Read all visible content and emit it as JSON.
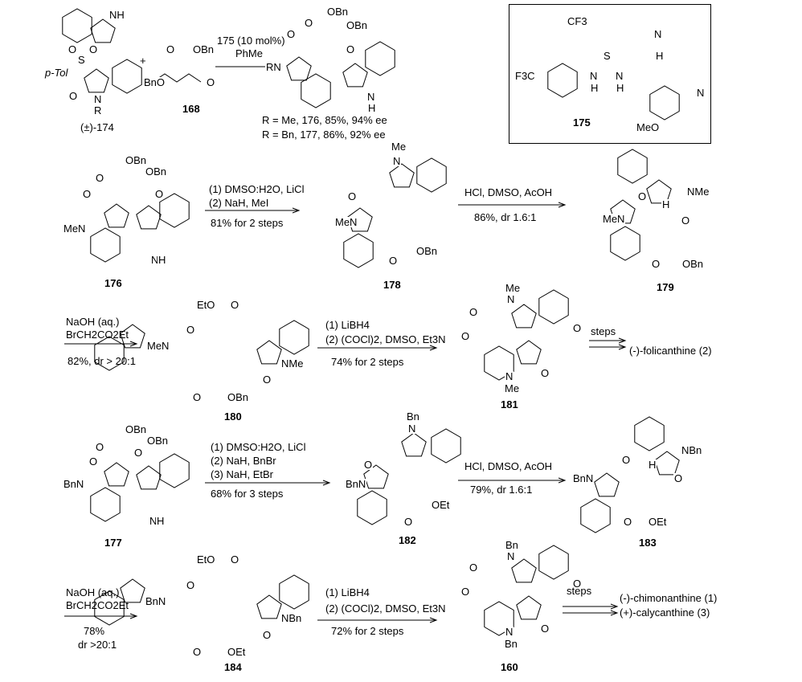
{
  "scheme1": {
    "reactant1_label": "(±)-174",
    "reactant1_atoms": [
      "NH",
      "O",
      "S",
      "O",
      "p-Tol",
      "O",
      "N",
      "R"
    ],
    "plus": "+",
    "reactant2_label": "168",
    "reactant2_atoms": [
      "O",
      "OBn",
      "BnO",
      "O"
    ],
    "catalyst": "175 (10 mol%)",
    "solvent": "PhMe",
    "product_atoms": [
      "OBn",
      "O",
      "OBn",
      "O",
      "O",
      "RN",
      "N",
      "H"
    ],
    "result_me": "R = Me, 176, 85%, 94% ee",
    "result_bn": "R = Bn, 177, 86%, 92% ee"
  },
  "catalyst_box": {
    "label": "175",
    "atoms": [
      "CF3",
      "F3C",
      "N",
      "S",
      "N",
      "H",
      "H",
      "N",
      "H",
      "N",
      "MeO"
    ]
  },
  "row2": {
    "c176": "176",
    "c176_atoms": [
      "OBn",
      "O",
      "OBn",
      "O",
      "O",
      "MeN",
      "N",
      "H"
    ],
    "step1_a": "(1) DMSO:H2O, LiCl",
    "step1_b": "(2) NaH, MeI",
    "step1_yield": "81% for 2 steps",
    "c178": "178",
    "c178_atoms": [
      "Me",
      "N",
      "O",
      "MeN",
      "O",
      "OBn"
    ],
    "step2_a": "HCl, DMSO, AcOH",
    "step2_yield": "86%, dr 1.6:1",
    "c179": "179",
    "c179_atoms": [
      "NMe",
      "O",
      "O",
      "MeN",
      "H",
      "O",
      "OBn"
    ]
  },
  "row3": {
    "step1_a": "NaOH (aq.)",
    "step1_b": "BrCH2CO2Et",
    "step1_yield": "82%, dr > 20:1",
    "c180": "180",
    "c180_atoms": [
      "EtO",
      "O",
      "O",
      "MeN",
      "NMe",
      "O",
      "O",
      "OBn"
    ],
    "step2_a": "(1) LiBH4",
    "step2_b": "(2) (COCl)2, DMSO, Et3N",
    "step2_yield": "74% for 2 steps",
    "c181": "181",
    "c181_atoms": [
      "Me",
      "N",
      "O",
      "O",
      "O",
      "O",
      "N",
      "Me"
    ],
    "steps": "steps",
    "final": "(-)-folicanthine (2)"
  },
  "row4": {
    "c177": "177",
    "c177_atoms": [
      "OBn",
      "O",
      "OBn",
      "O",
      "O",
      "BnN",
      "N",
      "H"
    ],
    "step1_a": "(1) DMSO:H2O, LiCl",
    "step1_b": "(2) NaH, BnBr",
    "step1_c": "(3) NaH, EtBr",
    "step1_yield": "68% for 3 steps",
    "c182": "182",
    "c182_atoms": [
      "Bn",
      "N",
      "O",
      "BnN",
      "O",
      "OEt"
    ],
    "step2_a": "HCl, DMSO, AcOH",
    "step2_yield": "79%,  dr 1.6:1",
    "c183": "183",
    "c183_atoms": [
      "NBn",
      "O",
      "O",
      "BnN",
      "H",
      "O",
      "OEt"
    ]
  },
  "row5": {
    "step1_a": "NaOH (aq.)",
    "step1_b": "BrCH2CO2Et",
    "step1_yield": "78%",
    "step1_dr": "dr >20:1",
    "c184": "184",
    "c184_atoms": [
      "EtO",
      "O",
      "O",
      "BnN",
      "NBn",
      "O",
      "O",
      "OEt"
    ],
    "step2_a": "(1) LiBH4",
    "step2_b": "(2) (COCl)2, DMSO, Et3N",
    "step2_yield": "72% for 2 steps",
    "c160": "160",
    "c160_atoms": [
      "Bn",
      "N",
      "O",
      "O",
      "O",
      "O",
      "N",
      "Bn"
    ],
    "steps": "steps",
    "final1": "(-)-chimonanthine (1)",
    "final2": "(+)-calycanthine  (3)"
  }
}
